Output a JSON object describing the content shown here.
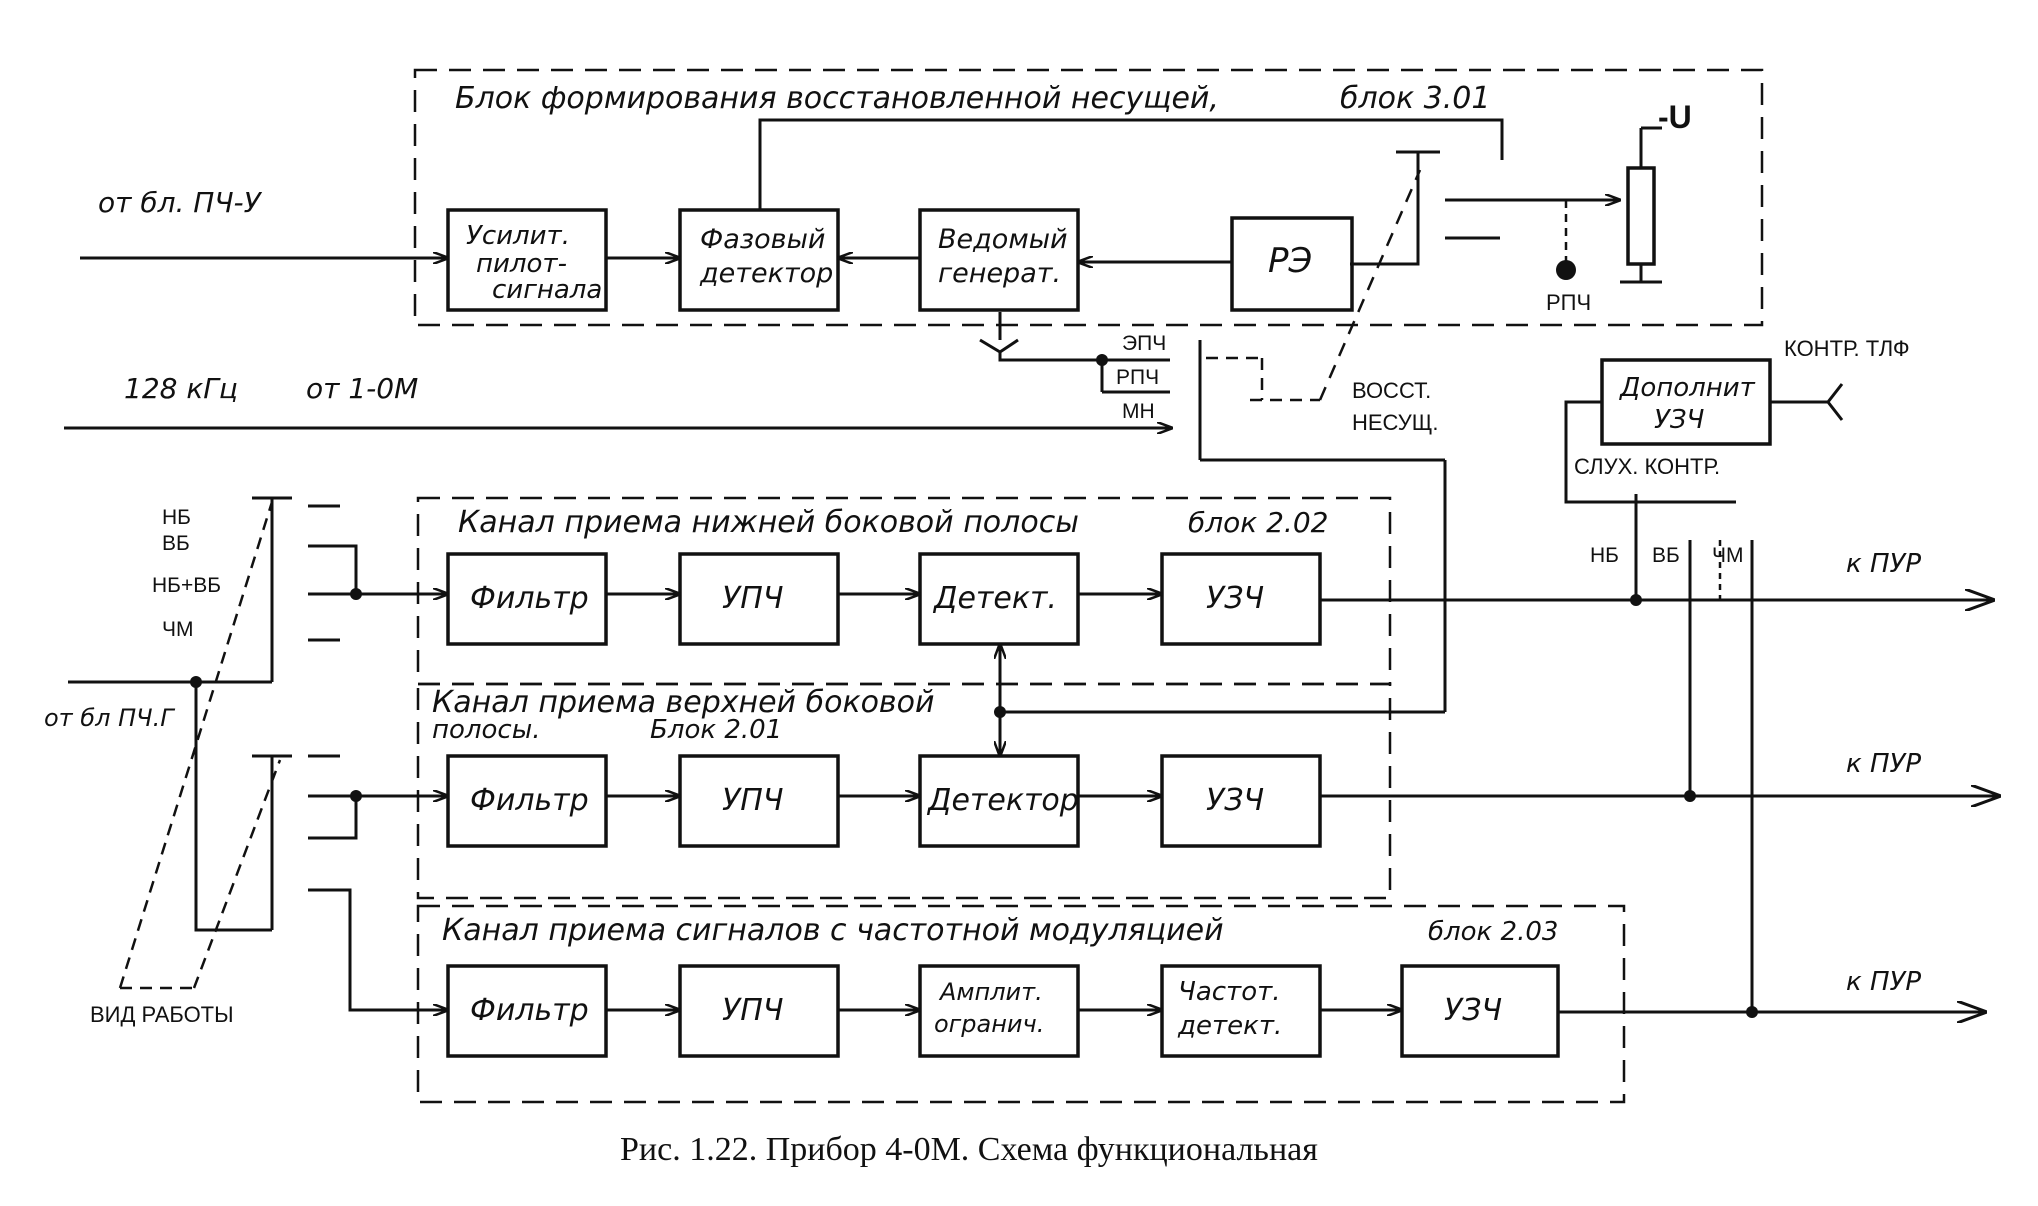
{
  "carrier_block": {
    "title": "Блок формирования восстановленной несущей,",
    "number": "блок 3.01",
    "pilot_amp": [
      "Усилит.",
      "пилот-",
      "сигнала"
    ],
    "phase_detector": [
      "Фазовый",
      "детектор"
    ],
    "slave_gen": [
      "Ведомый",
      "генерат."
    ],
    "re": "РЭ",
    "minus_u": "-U",
    "rpch_dot": "РПЧ"
  },
  "signals": {
    "from_pch_u": "от бл. ПЧ-У",
    "ref_128": "128 кГц",
    "from_1om": "от 1-0М",
    "epch": "ЭПЧ",
    "rpch": "РПЧ",
    "mn": "МН",
    "vosst": "ВОССТ.",
    "nesush": "НЕСУЩ.",
    "from_pch_g": "от бл ПЧ.Г",
    "mode": "ВИД РАБОТЫ",
    "kontr_tlf": "КОНТР. ТЛФ",
    "sluh_kontr": "СЛУХ. КОНТР."
  },
  "mode_switch": {
    "positions": [
      "НБ",
      "ВБ",
      "НБ+ВБ",
      "ЧМ"
    ]
  },
  "extra_amp": [
    "Дополнит",
    "УЗЧ"
  ],
  "channel_lsb": {
    "title": "Канал приема нижней боковой полосы",
    "number": "блок 2.02",
    "blocks": [
      "Фильтр",
      "УПЧ",
      "Детект.",
      "УЗЧ"
    ]
  },
  "channel_usb": {
    "title": "Канал приема верхней боковой",
    "title2": "полосы.",
    "number": "Блок 2.01",
    "blocks": [
      "Фильтр",
      "УПЧ",
      "Детектор",
      "УЗЧ"
    ]
  },
  "channel_fm": {
    "title": "Канал приема сигналов с частотной модуляцией",
    "number": "блок 2.03",
    "blocks": [
      "Фильтр",
      "УПЧ",
      "Амплит.",
      "огранич.",
      "Частот.",
      "детект.",
      "УЗЧ"
    ]
  },
  "output_taps": [
    "НБ",
    "ВБ",
    "ЧМ"
  ],
  "outputs": [
    "к ПУР",
    "к ПУР",
    "к ПУР"
  ],
  "caption": "Рис. 1.22. Прибор 4-0М. Схема функциональная"
}
